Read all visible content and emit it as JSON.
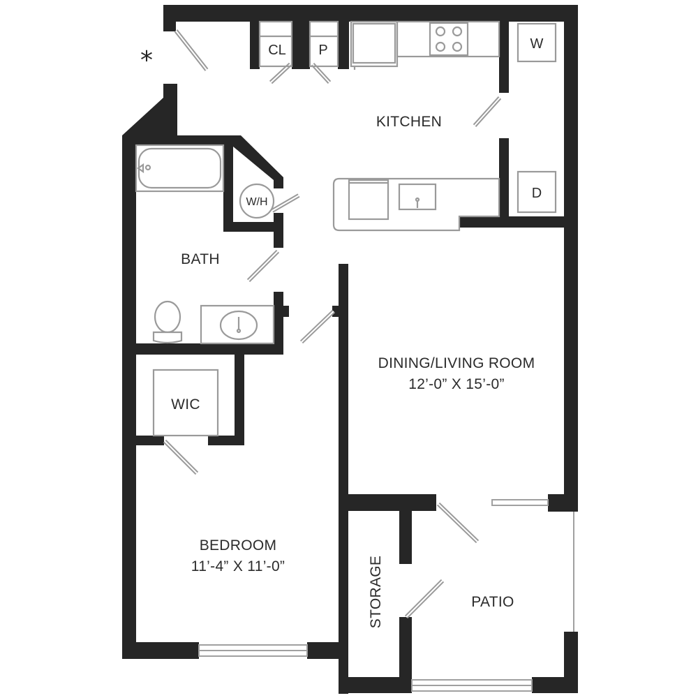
{
  "plan": {
    "rooms": {
      "kitchen": "KITCHEN",
      "bath": "BATH",
      "living_name": "DINING/LIVING ROOM",
      "living_size": "12’-0” X 15’-0”",
      "wic": "WIC",
      "bedroom_name": "BEDROOM",
      "bedroom_size": "11’-4” X 11’-0”",
      "storage": "STORAGE",
      "patio": "PATIO"
    },
    "closets": {
      "coat": "CL",
      "pantry": "P"
    },
    "appliances": {
      "washer": "W",
      "dryer": "D",
      "water_heater": "W/H"
    },
    "entry_marker": "*",
    "colors": {
      "wall": "#262626",
      "fixture_line": "#9a9a9a",
      "background": "#ffffff"
    }
  }
}
